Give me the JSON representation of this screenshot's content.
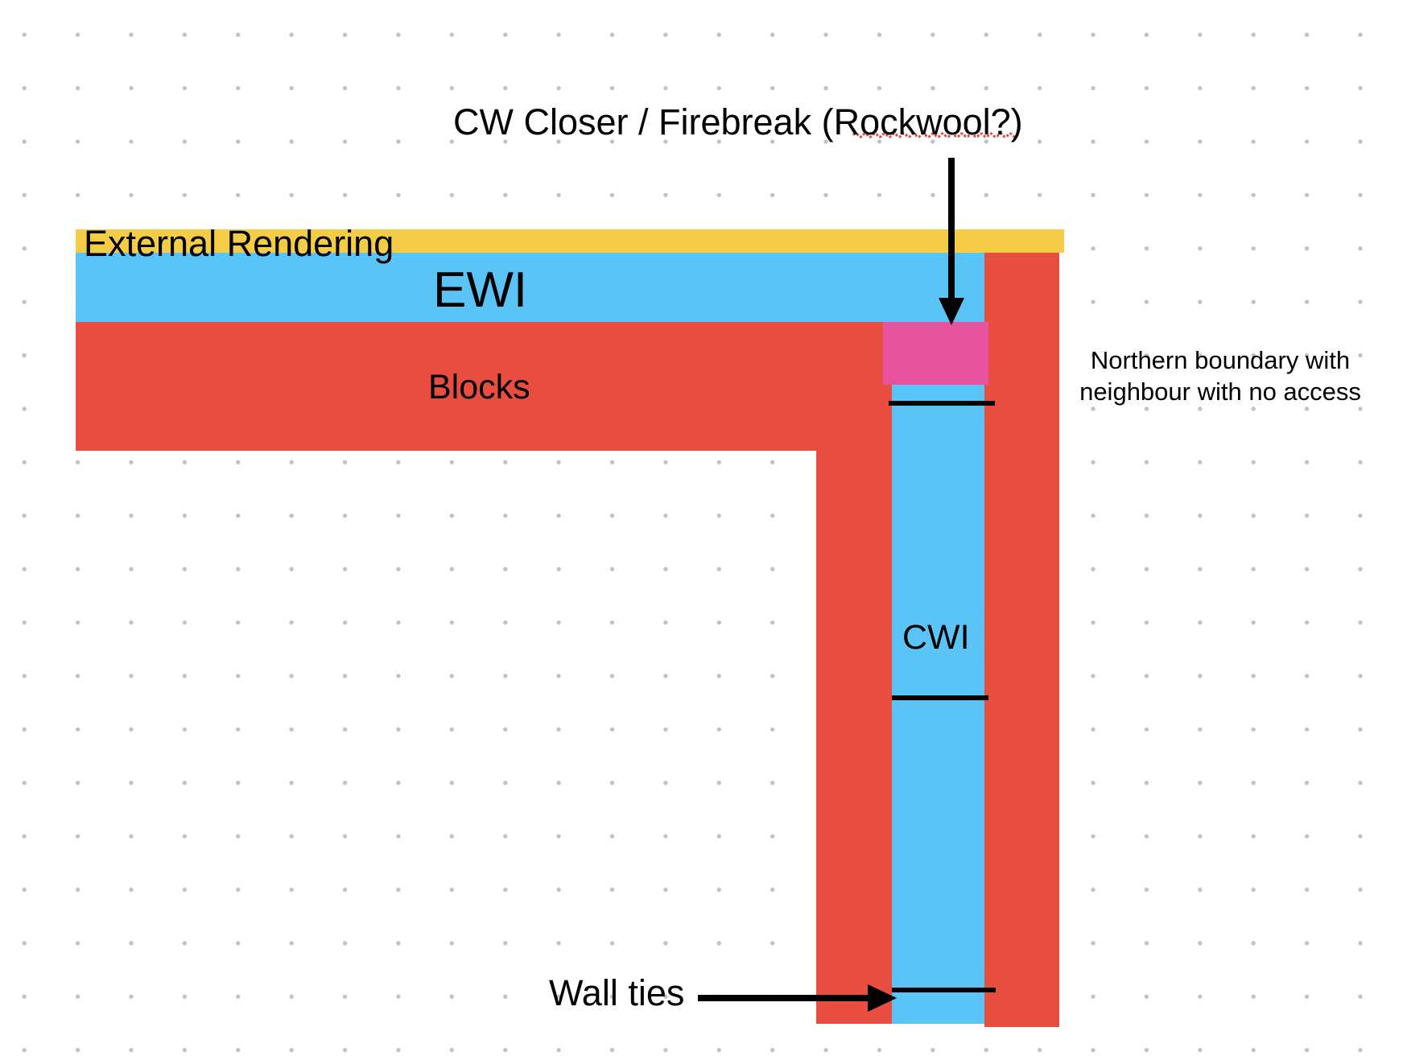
{
  "diagram": {
    "labels": {
      "external_rendering": "External Rendering",
      "ewi": "EWI",
      "blocks": "Blocks",
      "cwi": "CWI",
      "closer": "CW Closer / Firebreak (Rockwool?)",
      "boundary": "Northern boundary with neighbour with no access",
      "wall_ties": "Wall ties"
    },
    "colors": {
      "rendering": "#f5cc45",
      "ewi": "#5bc4f6",
      "blocks": "#e84e40",
      "cwi": "#5bc4f6",
      "closer": "#e9529f",
      "arrow": "#000000",
      "spellcheck": "#e8453c"
    }
  }
}
